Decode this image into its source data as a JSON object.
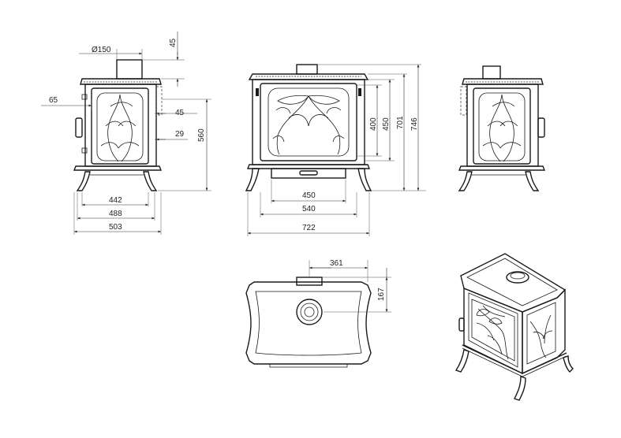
{
  "dimensions": {
    "side_left": {
      "flue_diameter": "Ø150",
      "flue_top_offset": "45",
      "side_offset": "65",
      "rear_offset": "45",
      "rear_low_offset": "29",
      "height_flue_center": "560",
      "depth_1": "442",
      "depth_2": "488",
      "depth_3": "503"
    },
    "front": {
      "glass_height": "400",
      "door_height": "450",
      "body_height": "701",
      "total_height": "746",
      "inner_width": "450",
      "door_width": "540",
      "total_width": "722"
    },
    "top": {
      "flue_offset": "361",
      "flue_depth_offset": "167"
    }
  }
}
